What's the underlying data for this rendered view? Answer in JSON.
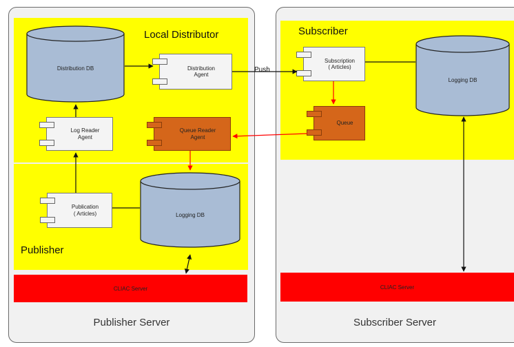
{
  "publisher_server": {
    "label": "Publisher Server",
    "distributor_zone": {
      "label": "Local Distributor"
    },
    "publisher_zone": {
      "label": "Publisher"
    },
    "distribution_db": {
      "label": "Distribution DB"
    },
    "distribution_agent": {
      "label": "Distribution\nAgent"
    },
    "log_reader_agent": {
      "label": "Log Reader\nAgent"
    },
    "queue_reader_agent": {
      "label": "Queue Reader\nAgent"
    },
    "publication": {
      "label": "Publication\n( Articles)"
    },
    "logging_db": {
      "label": "Logging DB"
    },
    "cluac_server": {
      "label": "CLIAC Server"
    }
  },
  "subscriber_server": {
    "label": "Subscriber Server",
    "subscriber_zone": {
      "label": "Subscriber"
    },
    "subscription": {
      "label": "Subscription\n( Articles)"
    },
    "queue": {
      "label": "Queue"
    },
    "logging_db": {
      "label": "Logging DB"
    },
    "cluac_server": {
      "label": "CLIAC Server"
    }
  },
  "connectors": {
    "push_label": "Push"
  },
  "colors": {
    "zone": "#ffff00",
    "band": "#ff0000",
    "db_fill": "#a9bcd5",
    "agent_orange": "#d5661a",
    "arrow_red": "#ff0000"
  }
}
